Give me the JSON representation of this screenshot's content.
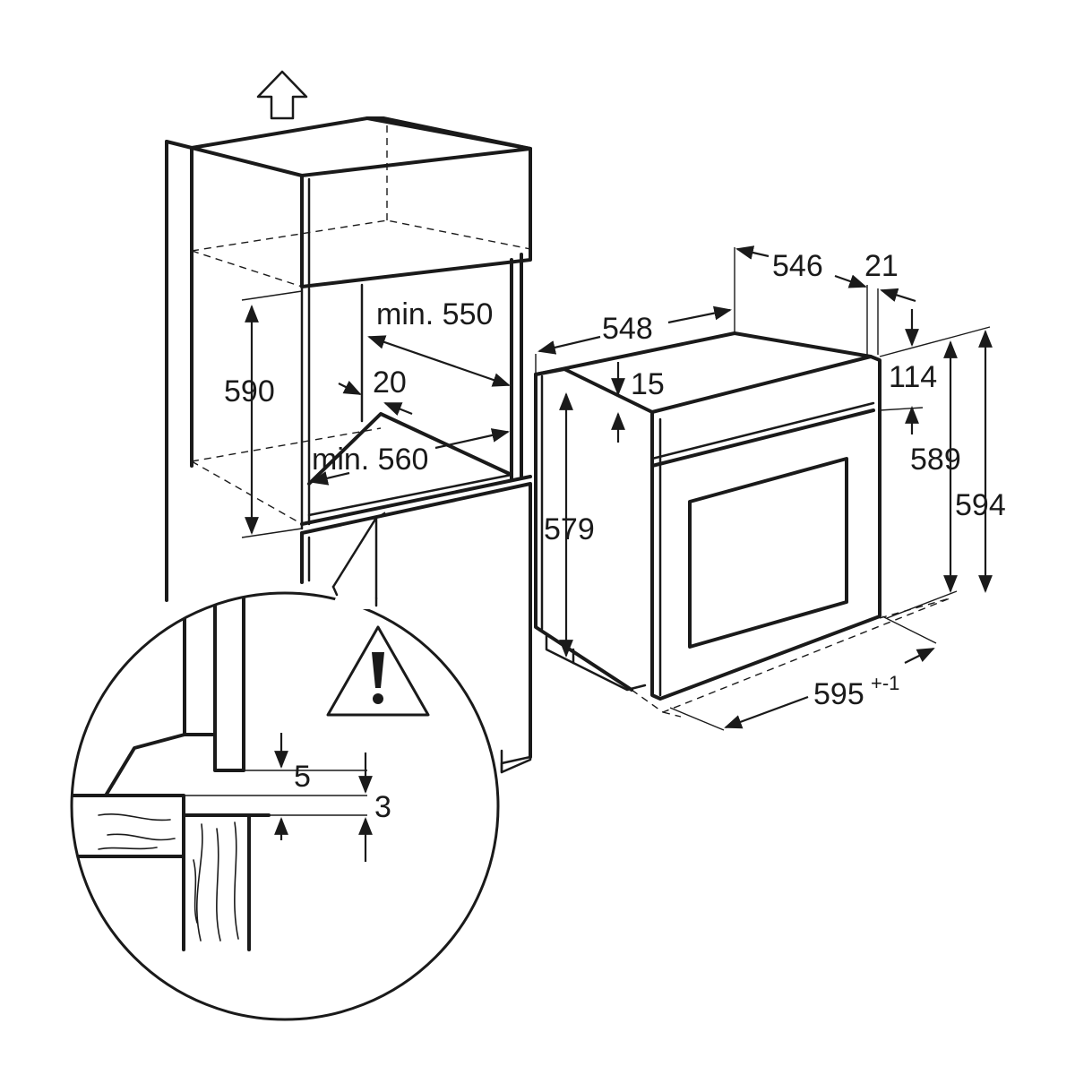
{
  "dimensions": {
    "niche_height": "590",
    "niche_depth_min": "min. 550",
    "niche_width_min": "min. 560",
    "rear_gap": "20",
    "oven_depth_body": "548",
    "oven_depth_total": "546",
    "front_panel": "21",
    "top_offset": "15",
    "body_height": "579",
    "panel_height": "114",
    "height_inner": "589",
    "height_total": "594",
    "width_base": "595",
    "width_tolerance": "+-1",
    "detail_gap_5": "5",
    "detail_gap_3": "3"
  },
  "icons": {
    "vent_arrow": "up-arrow-icon",
    "warning": "warning-triangle-icon"
  },
  "colors": {
    "line": "#1a1a1a",
    "background": "#ffffff"
  }
}
